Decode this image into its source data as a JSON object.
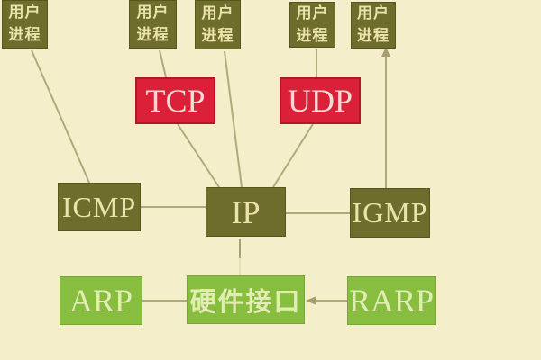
{
  "canvas": {
    "background": "#f5eeca"
  },
  "colors": {
    "box_olive": "#6f6d2b",
    "box_red": "#da2139",
    "box_green": "#87be40",
    "text_olive_box": "#e9e3ad",
    "text_red_box": "#f2dcd3",
    "text_green_box": "#e2ecb4",
    "line": "#b3a87a"
  },
  "nodes": {
    "user1": {
      "label": "用户\n进程"
    },
    "user2": {
      "label": "用户\n进程"
    },
    "user3": {
      "label": "用户\n进程"
    },
    "user4": {
      "label": "用户\n进程"
    },
    "user5": {
      "label": "用户\n进程"
    },
    "tcp": {
      "label": "TCP"
    },
    "udp": {
      "label": "UDP"
    },
    "icmp": {
      "label": "ICMP"
    },
    "ip": {
      "label": "IP"
    },
    "igmp": {
      "label": "IGMP"
    },
    "arp": {
      "label": "ARP"
    },
    "hw": {
      "label": "硬件接口"
    },
    "rarp": {
      "label": "RARP"
    }
  },
  "edges": [
    {
      "from": "user1",
      "to": "icmp",
      "arrow": "none"
    },
    {
      "from": "user2",
      "to": "tcp",
      "arrow": "none"
    },
    {
      "from": "user3",
      "to": "ip",
      "arrow": "none"
    },
    {
      "from": "user4",
      "to": "udp",
      "arrow": "none"
    },
    {
      "from": "igmp",
      "to": "user5",
      "arrow": "up-into-user5"
    },
    {
      "from": "tcp",
      "to": "ip",
      "arrow": "none"
    },
    {
      "from": "udp",
      "to": "ip",
      "arrow": "none"
    },
    {
      "from": "icmp",
      "to": "ip",
      "arrow": "none"
    },
    {
      "from": "ip",
      "to": "igmp",
      "arrow": "none"
    },
    {
      "from": "hw",
      "to": "ip",
      "arrow": "faded-stub"
    },
    {
      "from": "arp",
      "to": "hw",
      "arrow": "none"
    },
    {
      "from": "rarp",
      "to": "hw",
      "arrow": "left-into-hw"
    }
  ]
}
